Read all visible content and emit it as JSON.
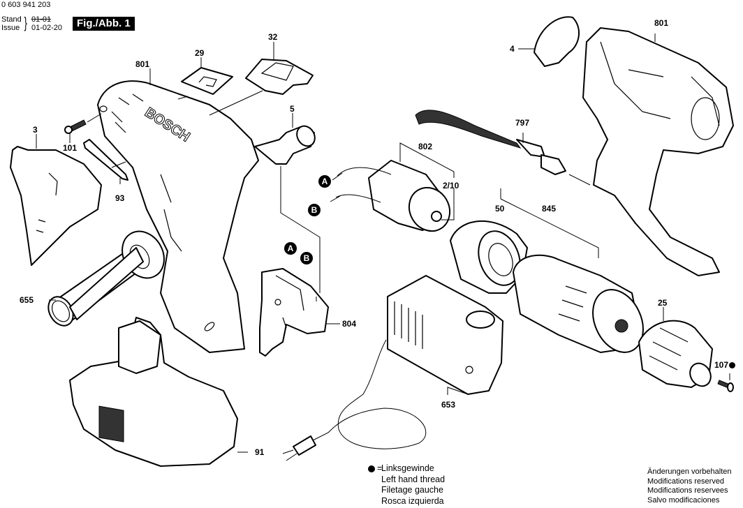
{
  "header": {
    "document_number": "0 603 941 203",
    "stand_label": "Stand",
    "issue_label": "Issue",
    "stand_value_struck": "01-01",
    "issue_value": "01-02-20",
    "figure_badge": "Fig./Abb. 1"
  },
  "part_labels": {
    "p801_left": "801",
    "p29": "29",
    "p32": "32",
    "p3": "3",
    "p101": "101",
    "p93": "93",
    "p5": "5",
    "p655": "655",
    "p804": "804",
    "p91": "91",
    "p802": "802",
    "p2_10": "2/10",
    "p50": "50",
    "p845": "845",
    "p653": "653",
    "p801_right": "801",
    "p4": "4",
    "p797": "797",
    "p25": "25",
    "p107": "107"
  },
  "wire_callouts": {
    "motor_a": "A",
    "motor_b": "B",
    "switch_a": "A",
    "switch_b": "B"
  },
  "brand_text": "BOSCH",
  "legend": {
    "symbol": "filled-circle",
    "equals": "=",
    "lines": [
      "Linksgewinde",
      "Left hand thread",
      "Filetage gauche",
      "Rosca izquierda"
    ]
  },
  "modifications_note": {
    "lines": [
      "Änderungen vorbehalten",
      "Modifications reserved",
      "Modifications reservees",
      "Salvo modificaciones"
    ]
  }
}
